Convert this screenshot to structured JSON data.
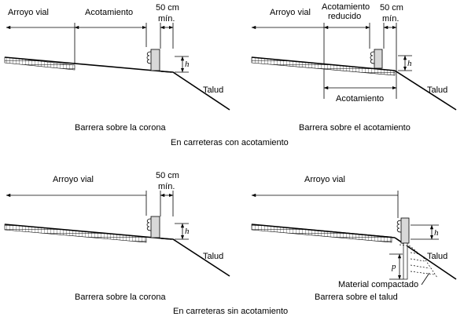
{
  "panels": {
    "top_left": {
      "arroyo": "Arroyo vial",
      "acotamiento": "Acotamiento",
      "cm": "50 cm",
      "min": "mín.",
      "h": "h",
      "talud": "Talud",
      "caption": "Barrera sobre la corona"
    },
    "top_right": {
      "arroyo": "Arroyo vial",
      "acot_red_1": "Acotamiento",
      "acot_red_2": "reducido",
      "cm": "50 cm",
      "min": "mín.",
      "h": "h",
      "acotamiento": "Acotamiento",
      "talud": "Talud",
      "caption": "Barrera sobre el acotamiento"
    },
    "bottom_left": {
      "arroyo": "Arroyo vial",
      "cm": "50 cm",
      "min": "mín.",
      "h": "h",
      "talud": "Talud",
      "caption": "Barrera sobre la corona"
    },
    "bottom_right": {
      "arroyo": "Arroyo vial",
      "h": "h",
      "p": "p",
      "talud": "Talud",
      "material": "Material compactado",
      "caption": "Barrera sobre el talud"
    }
  },
  "group_captions": {
    "con": "En carreteras con acotamiento",
    "sin": "En carreteras sin acotamiento"
  }
}
